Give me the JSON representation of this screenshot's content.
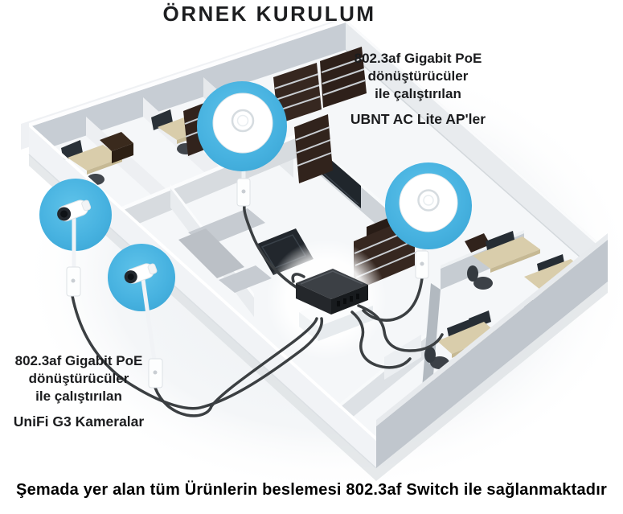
{
  "title": "ÖRNEK KURULUM",
  "annotations": {
    "ap": {
      "line1": "802.3af Gigabit PoE",
      "line2": "dönüştürücüler",
      "line3": "ile çalıştırılan",
      "device": "UBNT AC Lite AP'ler"
    },
    "camera": {
      "line1": "802.3af Gigabit PoE",
      "line2": "dönüştürücüler",
      "line3": "ile çalıştırılan",
      "device": "UniFi G3 Kameralar"
    }
  },
  "caption": "Şemada yer alan tüm Ürünlerin beslemesi 802.3af Switch ile sağlanmaktadır",
  "diagram": {
    "scene": "izometrik ofis kat planı",
    "devices": [
      {
        "id": "ap-1",
        "type": "access-point",
        "product": "UBNT AC Lite AP"
      },
      {
        "id": "ap-2",
        "type": "access-point",
        "product": "UBNT AC Lite AP"
      },
      {
        "id": "camera-1",
        "type": "camera",
        "product": "UniFi G3 Kamera"
      },
      {
        "id": "camera-2",
        "type": "camera",
        "product": "UniFi G3 Kamera"
      },
      {
        "id": "switch",
        "type": "switch",
        "product": "802.3af Switch"
      }
    ],
    "connections": [
      {
        "from": "switch",
        "to": "ap-1",
        "via": "PoE kablo"
      },
      {
        "from": "switch",
        "to": "ap-2",
        "via": "PoE kablo"
      },
      {
        "from": "switch",
        "to": "camera-1",
        "via": "PoE kablo"
      },
      {
        "from": "switch",
        "to": "camera-2",
        "via": "PoE kablo"
      }
    ],
    "colors": {
      "highlight_blue": "#47B2E0",
      "cable": "#3B3F42",
      "outer_wall": "#C2C8D0",
      "floor": "#F5F7F9",
      "text": "#1D1E20"
    }
  }
}
